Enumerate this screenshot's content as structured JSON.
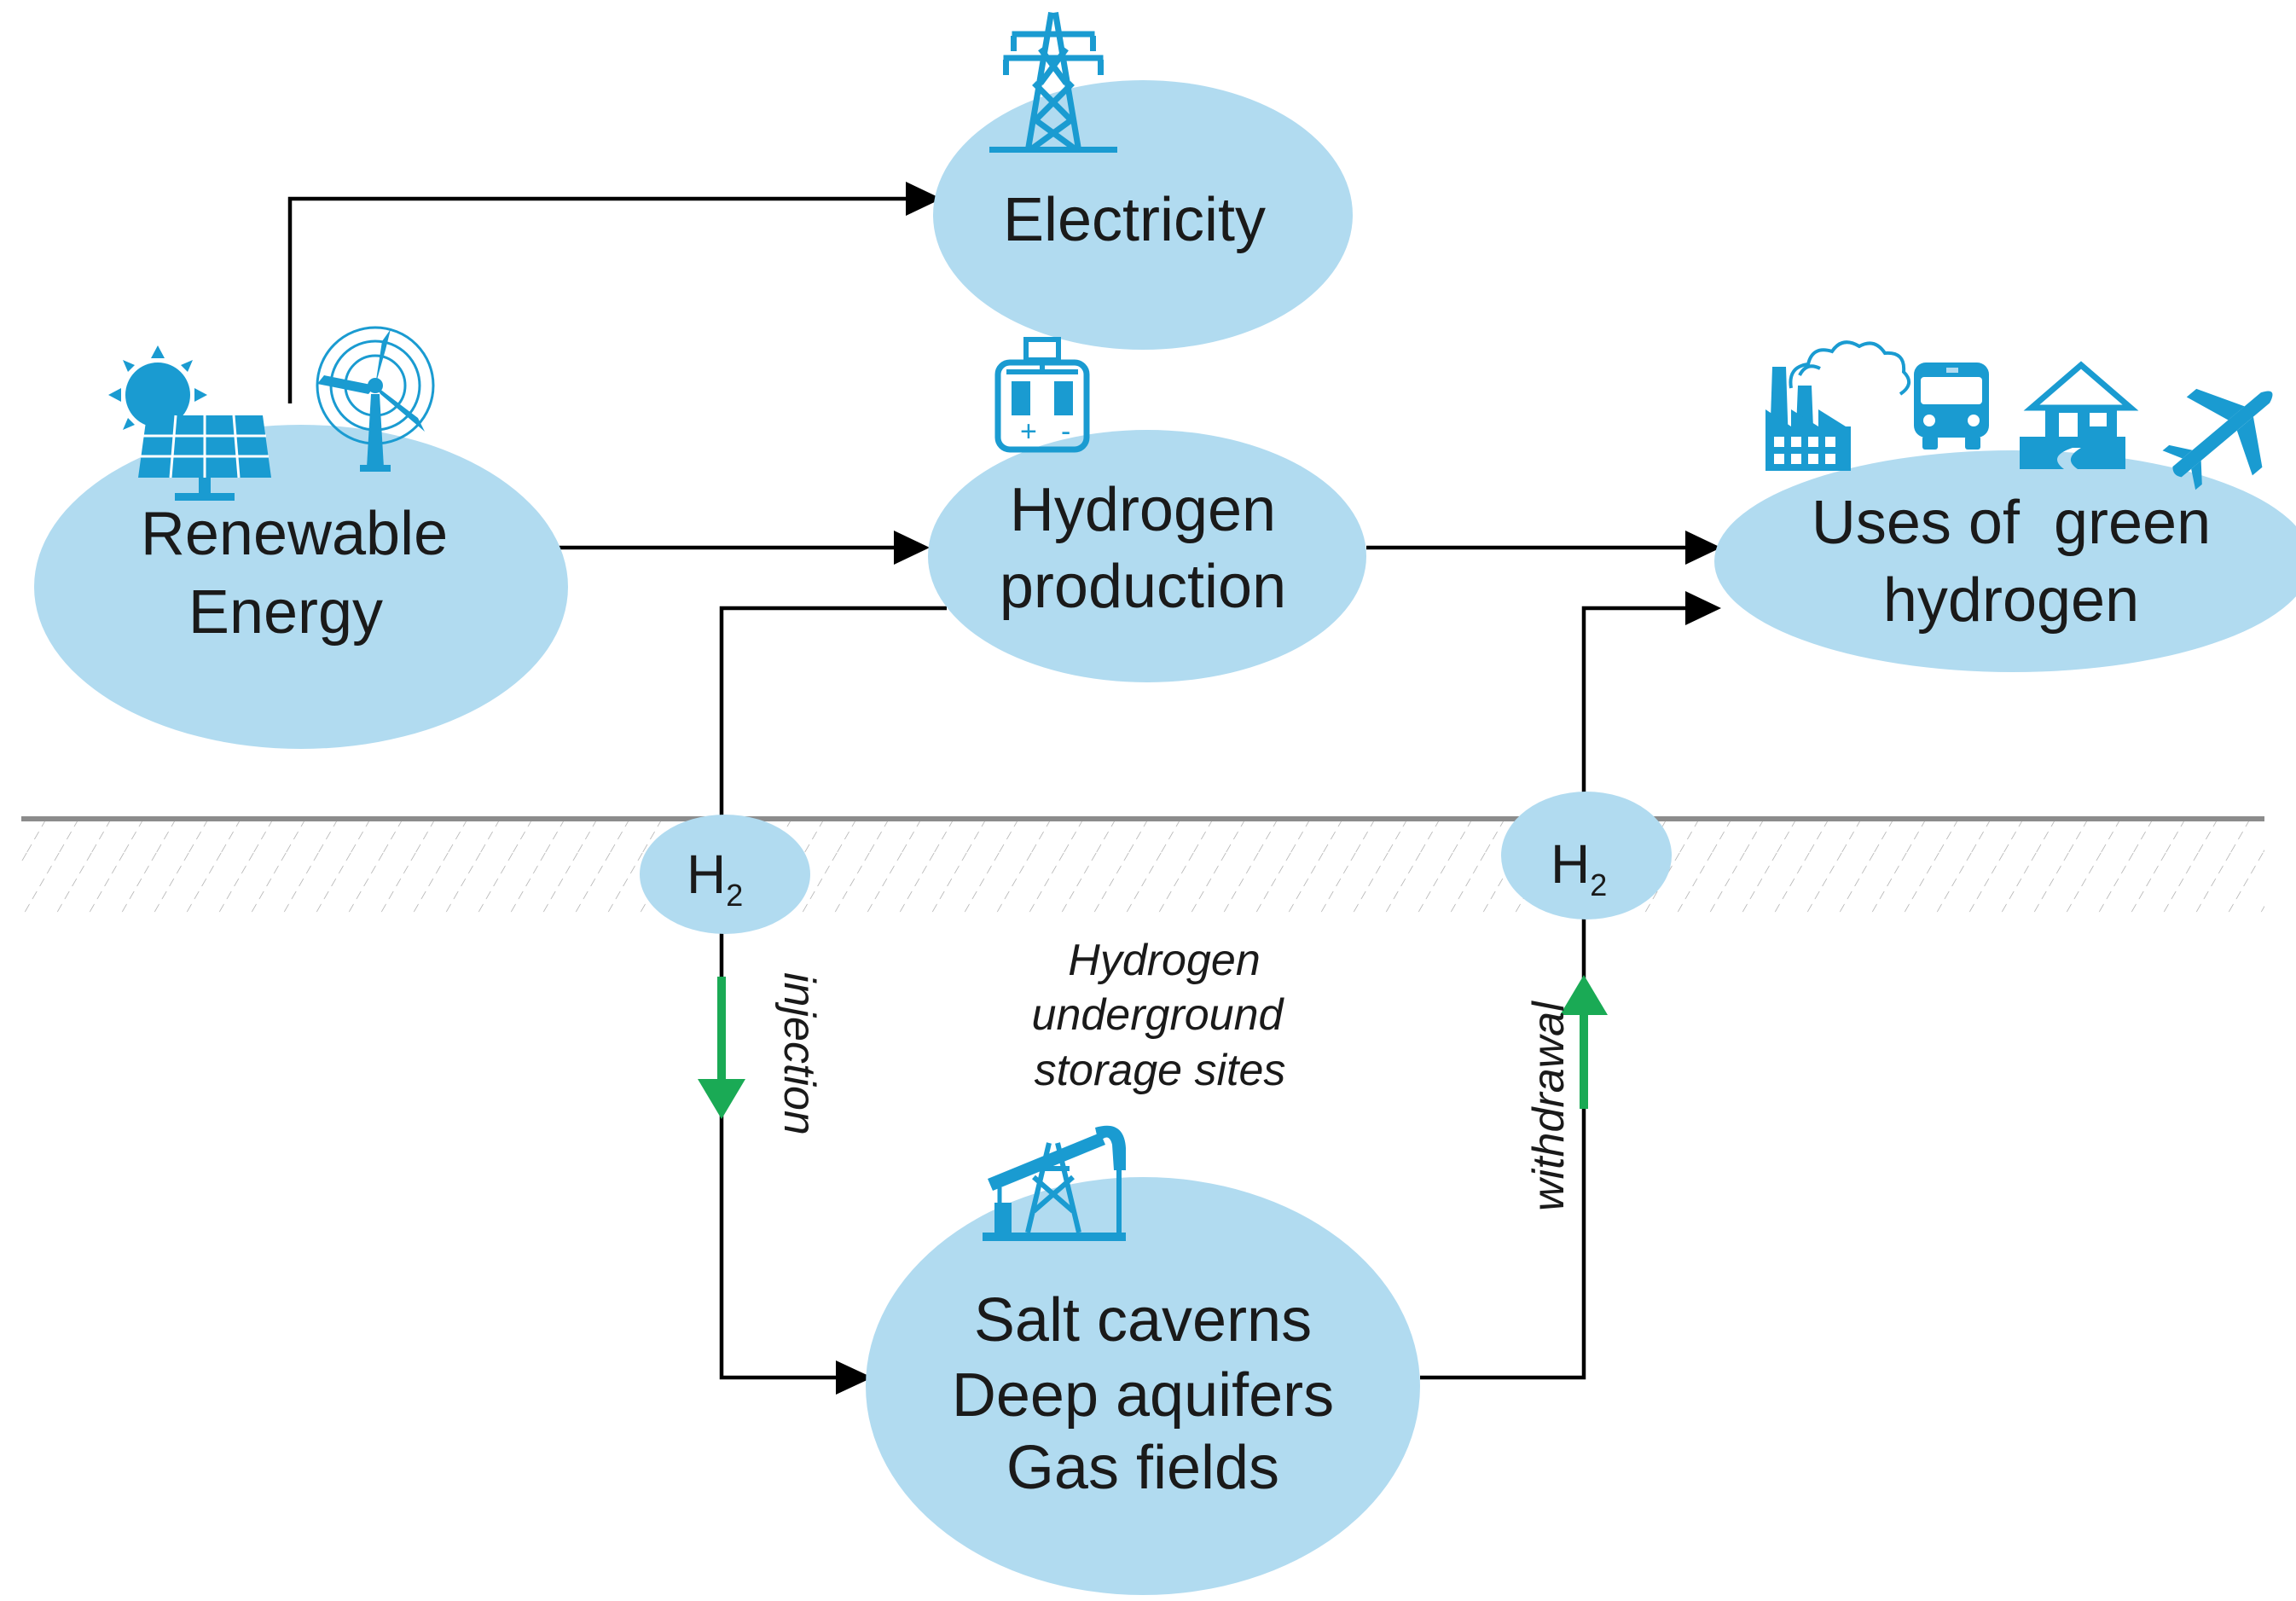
{
  "nodes": {
    "renewable": {
      "line1": "Renewable",
      "line2": "Energy"
    },
    "electricity": {
      "label": "Electricity"
    },
    "hydrogen_production": {
      "line1": "Hydrogen",
      "line2": "production"
    },
    "uses": {
      "line1": "Uses of  green",
      "line2": "hydrogen"
    },
    "storage": {
      "line1": "Salt caverns",
      "line2": "Deep aquifers",
      "line3": "Gas fields"
    },
    "h2_left": {
      "main": "H",
      "sub": "2"
    },
    "h2_right": {
      "main": "H",
      "sub": "2"
    }
  },
  "annotations": {
    "storage_sites": {
      "line1": "Hydrogen",
      "line2": "underground",
      "line3": "storage sites"
    },
    "injection": "injection",
    "withdrawal": "withdrawal"
  },
  "colors": {
    "ellipse_fill": "#b1dbf0",
    "icon_blue": "#1a9bd1",
    "flow_arrow": "#000000",
    "injection_withdrawal_arrow": "#1aaa55",
    "ground_line": "#8c8c8c"
  },
  "icons": [
    "solar-panel-icon",
    "wind-turbine-icon",
    "power-pylon-icon",
    "electrolyzer-icon",
    "factory-icon",
    "bus-icon",
    "house-icon",
    "airplane-icon",
    "oil-pump-jack-icon"
  ]
}
